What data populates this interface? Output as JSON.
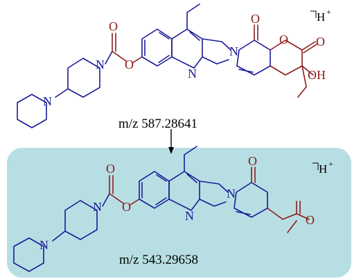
{
  "diagram": {
    "parent_ion": {
      "mz_label": "m/z 587.28641",
      "charge_label": "H",
      "charge_sign": "+",
      "atoms": [
        "N",
        "N",
        "N",
        "N",
        "O",
        "O",
        "O",
        "O",
        "OH"
      ]
    },
    "fragment_ion": {
      "mz_label": "m/z 543.29658",
      "charge_label": "H",
      "charge_sign": "+",
      "atoms": [
        "N",
        "N",
        "N",
        "N",
        "O",
        "O",
        "O",
        "O"
      ]
    },
    "colors": {
      "panel_fill": "#b7dfe3",
      "bond_blue": "#1a1a99",
      "bond_red": "#8b1a1a",
      "text": "#000000"
    }
  }
}
